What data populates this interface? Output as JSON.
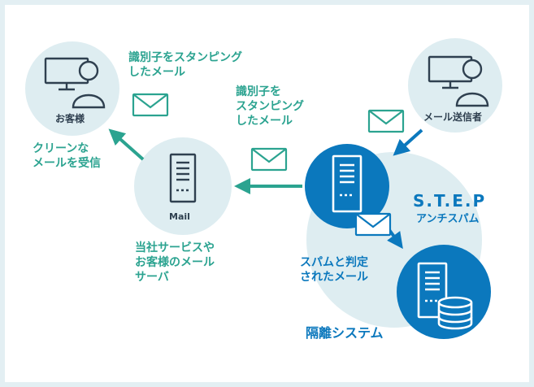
{
  "nodes": {
    "customer": {
      "label": "お客様"
    },
    "sender": {
      "label": "メール送信者"
    },
    "mail_server": {
      "label": "Mail"
    }
  },
  "step": {
    "title": "S.T.E.P",
    "subtitle": "アンチスパム"
  },
  "labels": {
    "stamped_top": [
      "識別子をスタンピング",
      "したメール"
    ],
    "stamped_mid": [
      "識別子を",
      "スタンピング",
      "したメール"
    ],
    "clean_mail": [
      "クリーンな",
      "メールを受信"
    ],
    "company_server": [
      "当社サービスや",
      "お客様のメール",
      "サーバ"
    ],
    "spam_judged": [
      "スパムと判定",
      "されたメール"
    ],
    "quarantine": "隔離システム"
  },
  "colors": {
    "teal": "#2ba390",
    "blue": "#0b78bd",
    "light_circle": "#deedf1",
    "frame": "#e3eff3",
    "dark_text": "#2f4050"
  },
  "icons": [
    "monitor-user-icon",
    "envelope-icon",
    "server-icon",
    "database-icon",
    "arrow-icon"
  ]
}
